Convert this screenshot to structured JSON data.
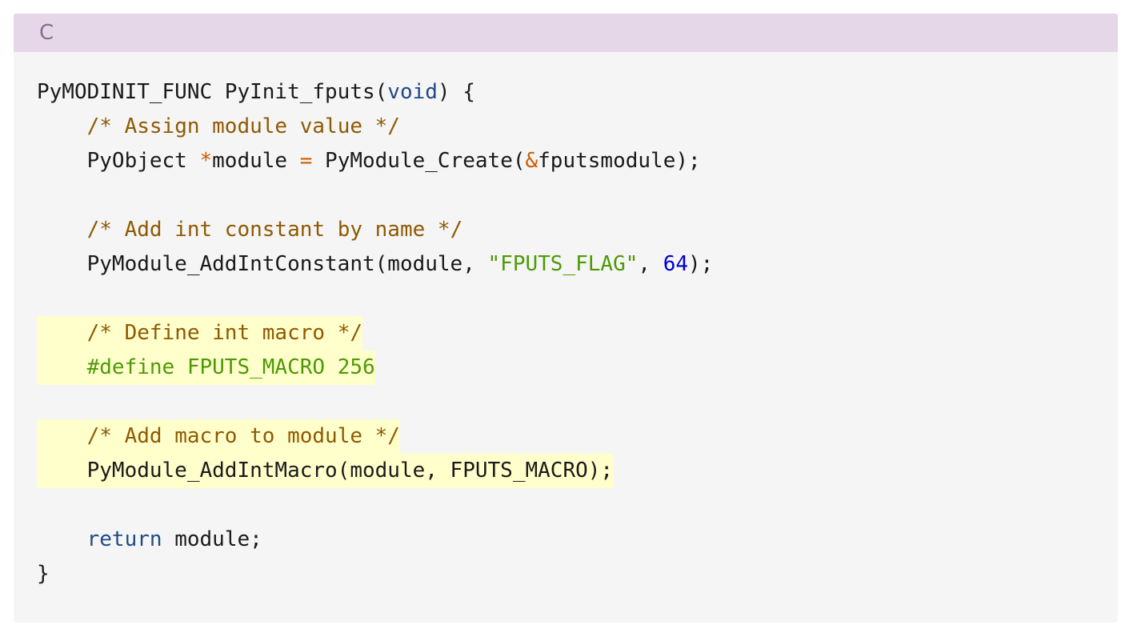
{
  "code_block": {
    "language_label": "C",
    "colors": {
      "header_background": "#e6d7e8",
      "body_background": "#f5f5f5",
      "highlight_background": "#ffffcc",
      "keyword": "#204a87",
      "comment": "#8f5902",
      "operator": "#ce5c00",
      "string": "#4e9a06",
      "number": "#0000cf"
    },
    "lines": [
      {
        "highlighted": false,
        "tokens": [
          {
            "text": "PyMODINIT_FUNC PyInit_fputs(",
            "type": "plain"
          },
          {
            "text": "void",
            "type": "keyword"
          },
          {
            "text": ") {",
            "type": "plain"
          }
        ]
      },
      {
        "highlighted": false,
        "tokens": [
          {
            "text": "    ",
            "type": "plain"
          },
          {
            "text": "/* Assign module value */",
            "type": "comment"
          }
        ]
      },
      {
        "highlighted": false,
        "tokens": [
          {
            "text": "    PyObject ",
            "type": "plain"
          },
          {
            "text": "*",
            "type": "operator"
          },
          {
            "text": "module ",
            "type": "plain"
          },
          {
            "text": "=",
            "type": "operator"
          },
          {
            "text": " PyModule_Create(",
            "type": "plain"
          },
          {
            "text": "&",
            "type": "operator"
          },
          {
            "text": "fputsmodule);",
            "type": "plain"
          }
        ]
      },
      {
        "highlighted": false,
        "tokens": []
      },
      {
        "highlighted": false,
        "tokens": [
          {
            "text": "    ",
            "type": "plain"
          },
          {
            "text": "/* Add int constant by name */",
            "type": "comment"
          }
        ]
      },
      {
        "highlighted": false,
        "tokens": [
          {
            "text": "    PyModule_AddIntConstant(module, ",
            "type": "plain"
          },
          {
            "text": "\"FPUTS_FLAG\"",
            "type": "string"
          },
          {
            "text": ", ",
            "type": "plain"
          },
          {
            "text": "64",
            "type": "number"
          },
          {
            "text": ");",
            "type": "plain"
          }
        ]
      },
      {
        "highlighted": false,
        "tokens": []
      },
      {
        "highlighted": true,
        "tokens": [
          {
            "text": "    ",
            "type": "plain"
          },
          {
            "text": "/* Define int macro */",
            "type": "comment"
          }
        ]
      },
      {
        "highlighted": true,
        "tokens": [
          {
            "text": "    ",
            "type": "plain"
          },
          {
            "text": "#define FPUTS_MACRO 256",
            "type": "preproc"
          }
        ]
      },
      {
        "highlighted": false,
        "tokens": []
      },
      {
        "highlighted": true,
        "tokens": [
          {
            "text": "    ",
            "type": "plain"
          },
          {
            "text": "/* Add macro to module */",
            "type": "comment"
          }
        ]
      },
      {
        "highlighted": true,
        "tokens": [
          {
            "text": "    PyModule_AddIntMacro(module, FPUTS_MACRO);",
            "type": "plain"
          }
        ]
      },
      {
        "highlighted": false,
        "tokens": []
      },
      {
        "highlighted": false,
        "tokens": [
          {
            "text": "    ",
            "type": "plain"
          },
          {
            "text": "return",
            "type": "keyword"
          },
          {
            "text": " module;",
            "type": "plain"
          }
        ]
      },
      {
        "highlighted": false,
        "tokens": [
          {
            "text": "}",
            "type": "plain"
          }
        ]
      }
    ]
  }
}
